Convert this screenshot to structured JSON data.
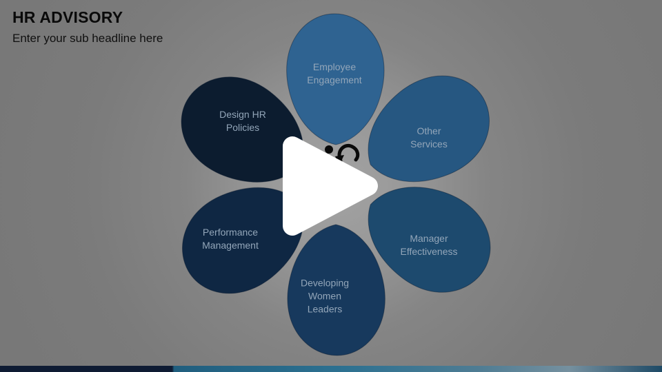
{
  "slide": {
    "title": "HR ADVISORY",
    "subtitle": "Enter your sub headline here"
  },
  "player": {
    "play_button_color": "#ffffff"
  },
  "flower": {
    "center_icon": "person-rotation-icon",
    "center_icon_color": "#0a0a0a",
    "petals": [
      {
        "label": "Employee Engagement",
        "color": "#2f6391"
      },
      {
        "label": "Other Services",
        "color": "#265781"
      },
      {
        "label": "Manager Effectiveness",
        "color": "#1d4a6e"
      },
      {
        "label": "Developing Women Leaders",
        "color": "#17395d"
      },
      {
        "label": "Performance Management",
        "color": "#0f2743"
      },
      {
        "label": "Design HR Policies",
        "color": "#0c1c2f"
      }
    ]
  },
  "footer_bar": {
    "left_color": "#0e1b33",
    "middle_color": "#2d7191",
    "right_color": "#1e4a66"
  }
}
